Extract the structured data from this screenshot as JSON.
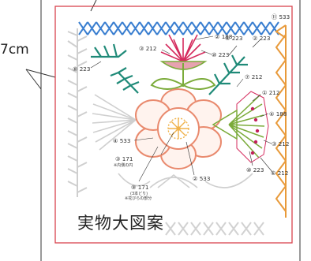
{
  "title": "実物大図案",
  "dimension_label": "7cm",
  "labels": {
    "l11": "⑪ 533",
    "l2a": "② 188",
    "l3a": "③ 212",
    "l5": "⑤ 223",
    "l2b": "② 223",
    "l10a": "⑩ 223",
    "l8": "⑧ 223",
    "l7": "⑦ 212",
    "l1": "① 212",
    "l4b": "④ 188",
    "l4a": "④ 533",
    "l3b": "③ 171",
    "l3b_note": "※内側の円",
    "l3c": "③ 212",
    "l10b": "⑩ 223",
    "l6": "⑥ 212",
    "l2c": "② 533",
    "l9": "⑨ 171",
    "l9_note1": "(3本どり)",
    "l9_note2": "※花びらの部分"
  },
  "colors": {
    "frame": "#d9434d",
    "blue": "#3b7fd0",
    "orange": "#e89a3a",
    "salmon": "#e98a6e",
    "pink": "#d52b5e",
    "green": "#7bab3a",
    "teal": "#1f8a78",
    "gray": "#c8c8c8"
  }
}
